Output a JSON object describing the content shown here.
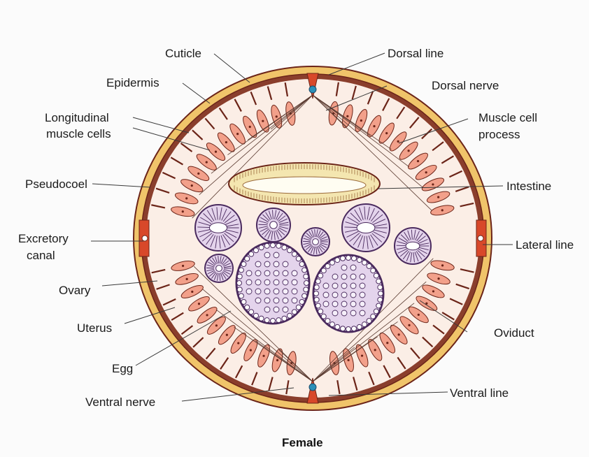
{
  "caption": "Female",
  "labels": {
    "cuticle": "Cuticle",
    "dorsal_line": "Dorsal line",
    "epidermis": "Epidermis",
    "dorsal_nerve": "Dorsal nerve",
    "longitudinal_1": "Longitudinal",
    "longitudinal_2": "muscle cells",
    "muscle_process_1": "Muscle cell",
    "muscle_process_2": "process",
    "pseudocoel": "Pseudocoel",
    "intestine": "Intestine",
    "excretory_1": "Excretory",
    "excretory_2": "canal",
    "lateral_line": "Lateral line",
    "ovary": "Ovary",
    "uterus": "Uterus",
    "oviduct": "Oviduct",
    "egg": "Egg",
    "ventral_line": "Ventral line",
    "ventral_nerve": "Ventral nerve"
  },
  "colors": {
    "cuticle": "#f0c46a",
    "outline": "#6b2418",
    "muscle": "#f2a08a",
    "intestine": "#f4e6b0",
    "organ_fill": "#e4d4ec",
    "organ_outline": "#4a2a5e",
    "nerve": "#2a8fb8",
    "line_red": "#d8482a"
  }
}
